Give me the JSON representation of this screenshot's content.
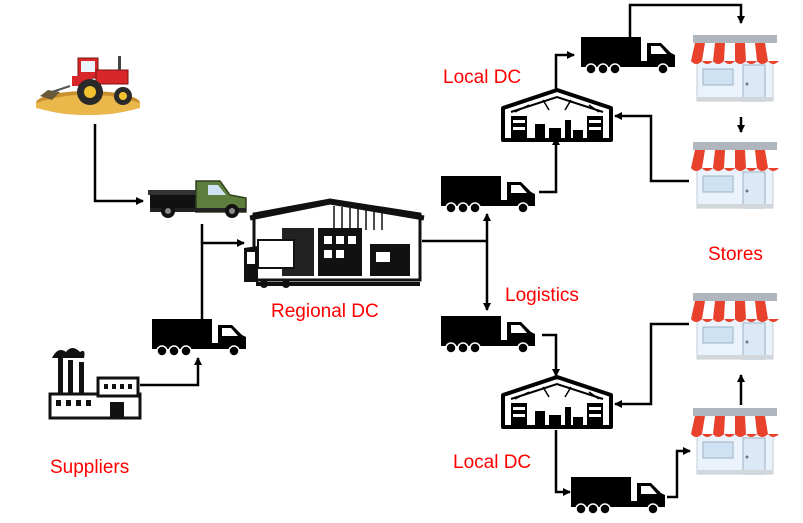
{
  "labels": {
    "suppliers": "Suppliers",
    "regional_dc": "Regional DC",
    "local_dc_top": "Local DC",
    "logistics": "Logistics",
    "stores": "Stores",
    "local_dc_bottom": "Local DC"
  },
  "colors": {
    "label_text": "#ff0000",
    "connector": "#000000",
    "awning_red": "#e8412c",
    "awning_white": "#ffffff",
    "storefront": "#eaf2fb",
    "tractor_red": "#d9262b",
    "ground": "#e9b74a",
    "pickup_green": "#5d7d3c"
  },
  "icons": {
    "farm": "tractor-icon",
    "pickup": "pickup-truck-icon",
    "factory": "factory-icon",
    "regional_dc": "warehouse-icon",
    "local_dc": "warehouse-icon",
    "truck": "delivery-truck-icon",
    "store": "store-icon"
  }
}
